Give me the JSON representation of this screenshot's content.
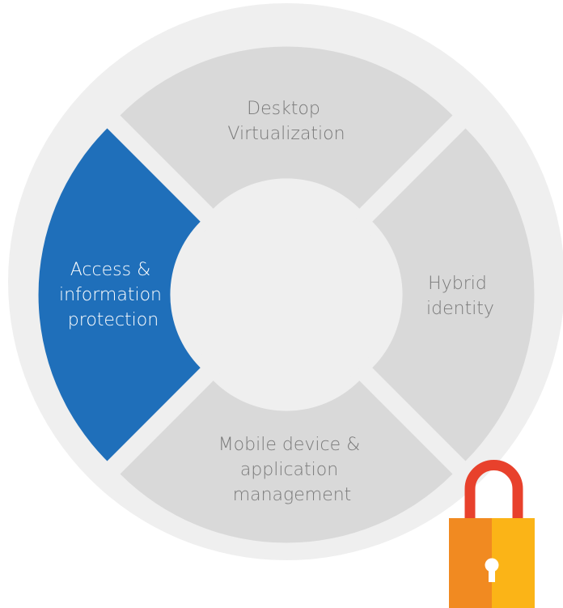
{
  "diagram": {
    "segments": {
      "top": {
        "line1": "Desktop",
        "line2": "Virtualization"
      },
      "right": {
        "line1": "Hybrid",
        "line2": "identity"
      },
      "bottom": {
        "line1": "Mobile device &",
        "line2": "application",
        "line3": "management"
      },
      "left": {
        "line1": "Access &",
        "line2": "information",
        "line3": "protection"
      }
    },
    "icon": "padlock-icon",
    "colors": {
      "outer_ring": "#efefef",
      "segment_default": "#d9d9d9",
      "segment_active": "#1f6fba",
      "label_default": "#7a7a7a",
      "label_active": "#ffffff",
      "hub": "#efefef",
      "lock_shackle": "#e8412c",
      "lock_body_left": "#f18a21",
      "lock_body_right": "#fbb417",
      "lock_keyhole": "#ffffff"
    }
  }
}
